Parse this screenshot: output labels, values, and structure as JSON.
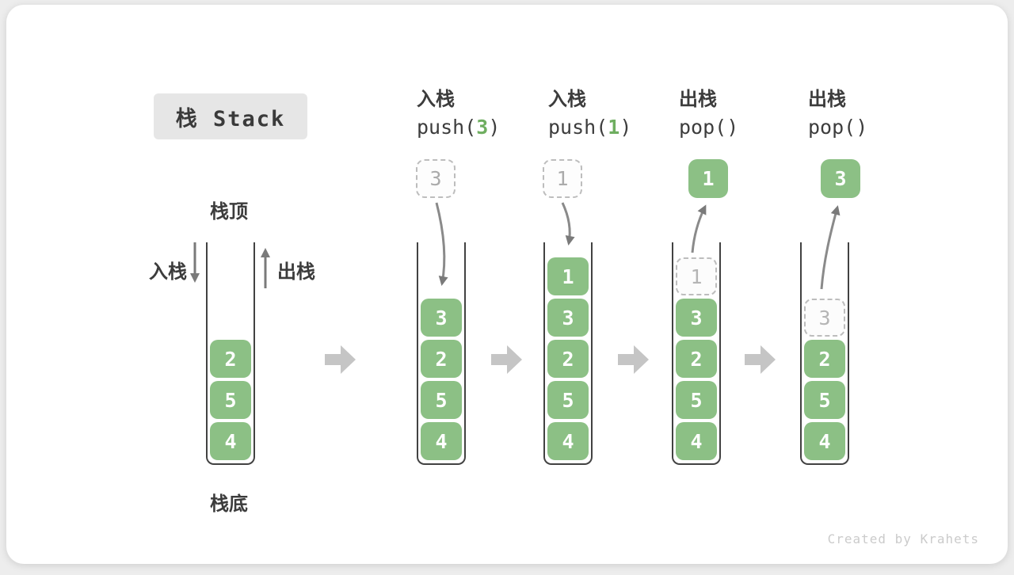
{
  "title": "栈 Stack",
  "annotations": {
    "stack_top": "栈顶",
    "stack_bottom": "栈底",
    "push": "入栈",
    "pop": "出栈"
  },
  "operations": [
    {
      "label": "入栈",
      "code_pre": "push(",
      "arg": "3",
      "code_post": ")"
    },
    {
      "label": "入栈",
      "code_pre": "push(",
      "arg": "1",
      "code_post": ")"
    },
    {
      "label": "出栈",
      "code_pre": "pop(",
      "arg": "",
      "code_post": ")"
    },
    {
      "label": "出栈",
      "code_pre": "pop(",
      "arg": "",
      "code_post": ")"
    }
  ],
  "panels": [
    {
      "floating": null,
      "flow": null,
      "cells": [
        {
          "value": "2"
        },
        {
          "value": "5"
        },
        {
          "value": "4"
        }
      ]
    },
    {
      "floating": {
        "value": "3",
        "ghost": true
      },
      "flow": "in",
      "cells": [
        {
          "value": "3"
        },
        {
          "value": "2"
        },
        {
          "value": "5"
        },
        {
          "value": "4"
        }
      ]
    },
    {
      "floating": {
        "value": "1",
        "ghost": true
      },
      "flow": "in",
      "cells": [
        {
          "value": "1"
        },
        {
          "value": "3"
        },
        {
          "value": "2"
        },
        {
          "value": "5"
        },
        {
          "value": "4"
        }
      ]
    },
    {
      "floating": {
        "value": "1",
        "ghost": false
      },
      "flow": "out",
      "cells": [
        {
          "value": "1",
          "ghost": true
        },
        {
          "value": "3"
        },
        {
          "value": "2"
        },
        {
          "value": "5"
        },
        {
          "value": "4"
        }
      ]
    },
    {
      "floating": {
        "value": "3",
        "ghost": false
      },
      "flow": "out",
      "cells": [
        {
          "value": "3",
          "ghost": true
        },
        {
          "value": "2"
        },
        {
          "value": "5"
        },
        {
          "value": "4"
        }
      ]
    }
  ],
  "credit": "Created by Krahets",
  "colors": {
    "element_green": "#8CC085",
    "code_green": "#6FAE60",
    "curve_arrow_gray": "#8A8A8A",
    "block_arrow_gray": "#C5C5C5",
    "ghost_border_gray": "#BDBDBD",
    "container_stroke": "#424242",
    "text_dark": "#3C3C3C"
  }
}
